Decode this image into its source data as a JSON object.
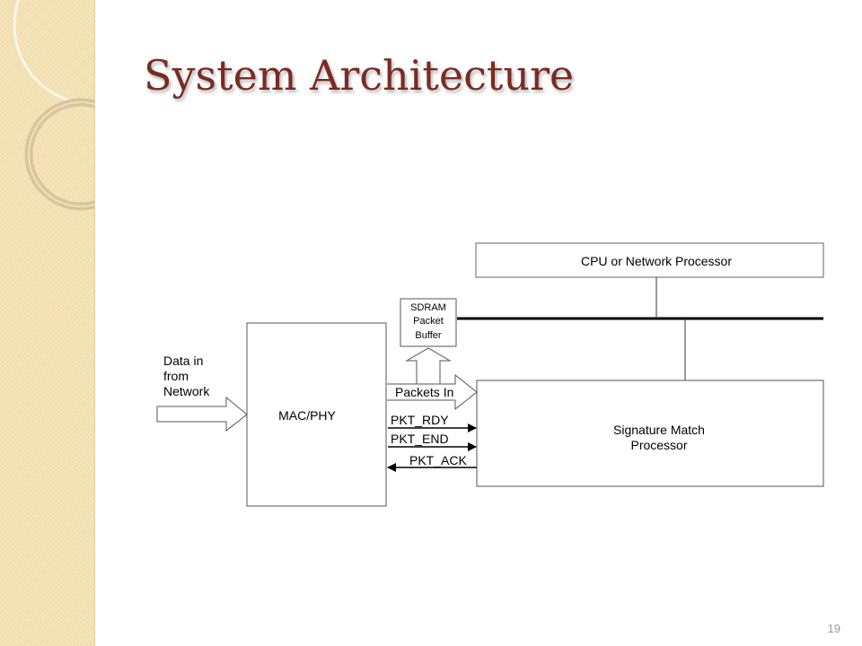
{
  "slide": {
    "title": "System Architecture",
    "page_number": "19"
  },
  "diagram": {
    "cpu_block": "CPU or Network Processor",
    "sdram_block": [
      "SDRAM",
      "Packet",
      "Buffer"
    ],
    "mac_block": "MAC/PHY",
    "smp_block": [
      "Signature Match",
      "Processor"
    ],
    "input_label": [
      "Data in",
      "from",
      "Network"
    ],
    "packets_in": "Packets In",
    "signals": {
      "pkt_rdy": "PKT_RDY",
      "pkt_end": "PKT_END",
      "pkt_ack": "PKT_ACK"
    }
  },
  "colors": {
    "title": "#7a2b22",
    "side_band": "#f4e2b4",
    "line": "#000000"
  }
}
